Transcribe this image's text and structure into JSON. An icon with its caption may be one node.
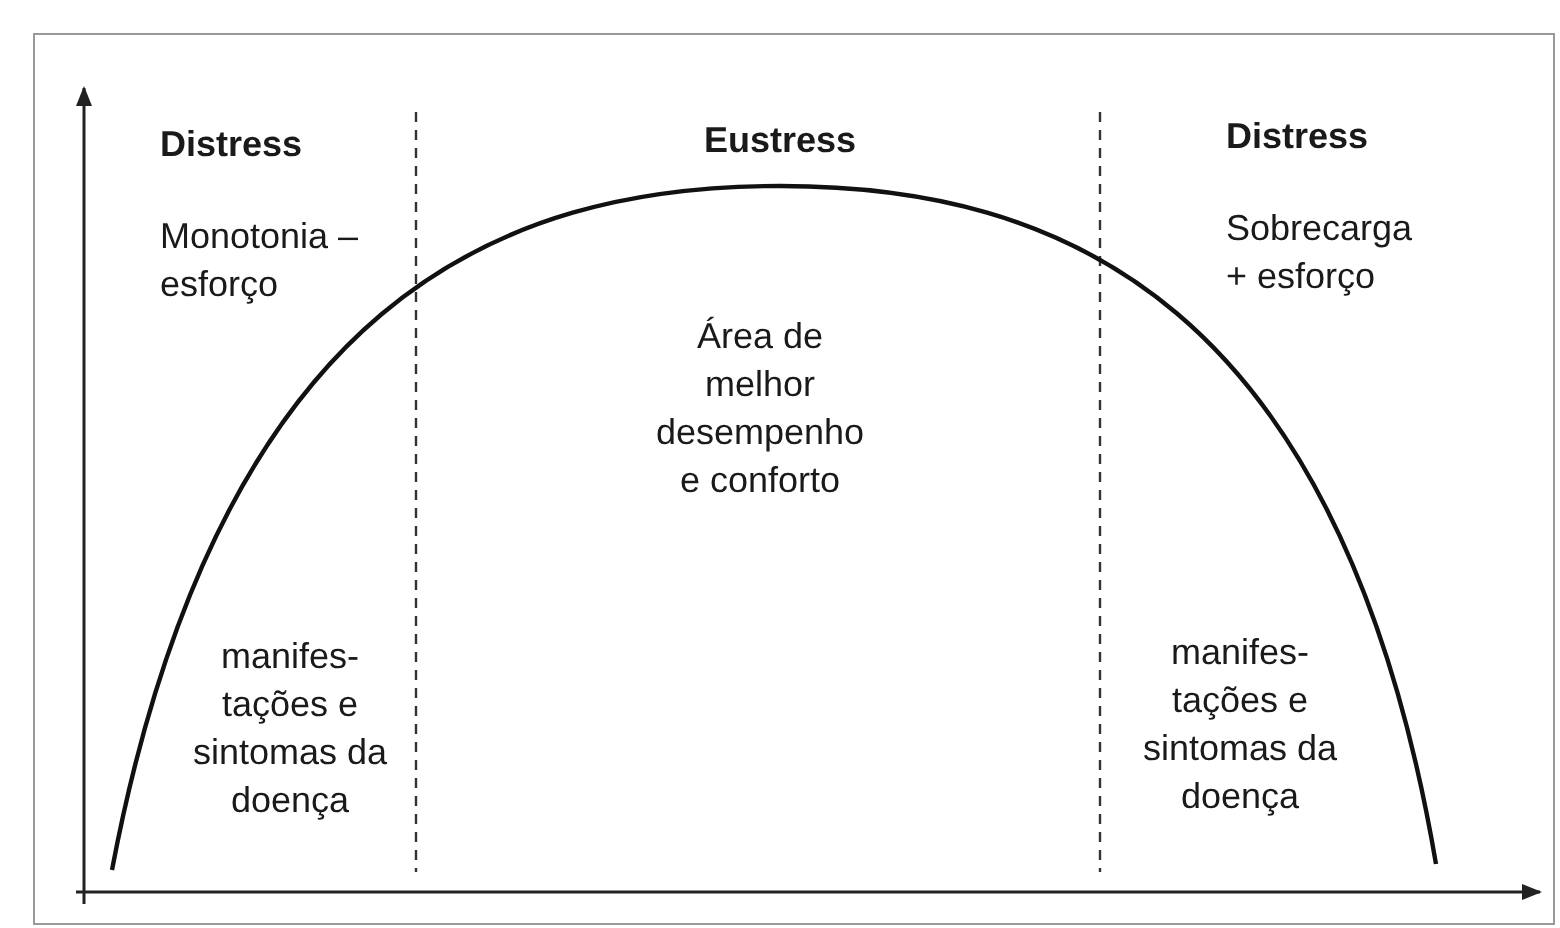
{
  "diagram": {
    "labels": [
      "Distress",
      "Eustress",
      "Distress",
      "Monotonia – esforço",
      "Sobrecarga + esforço",
      "Área de melhor desempenho e conforto",
      "manifes- tações e sintomas da doença",
      "manifes- tações e sintomas da doença"
    ]
  }
}
